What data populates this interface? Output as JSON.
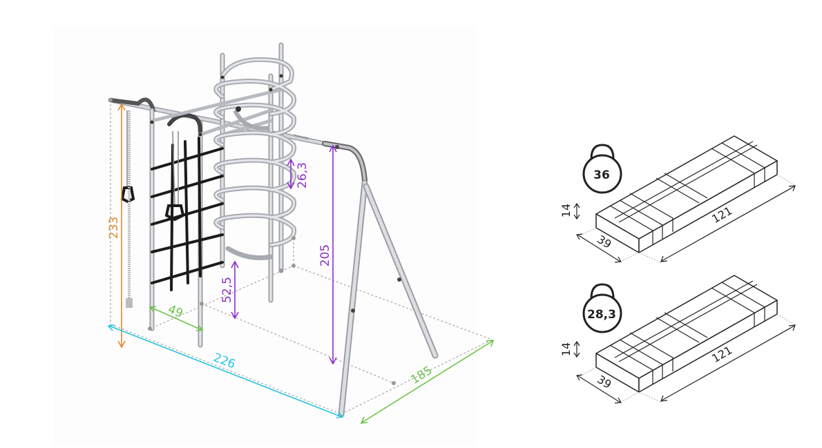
{
  "colors": {
    "orange": "#e0892a",
    "cyan": "#25c4e0",
    "green": "#6cc24a",
    "purple": "#8b2fc9",
    "metal": "#c9cbce",
    "metal_dark": "#9a9ea3",
    "rope": "#1b1b1b",
    "dash": "#a6a6a6"
  },
  "dimensions": {
    "height_total": "233",
    "width_total": "226",
    "depth_total": "185",
    "beam_height": "205",
    "step_width": "49",
    "ladder_gap": "52,5",
    "arc_gap": "26,3"
  },
  "packages": [
    {
      "weight": "36",
      "height": "14",
      "depth": "39",
      "length": "121"
    },
    {
      "weight": "28,3",
      "height": "14",
      "depth": "39",
      "length": "121"
    }
  ],
  "icons": {
    "weight": "kettlebell-icon"
  }
}
